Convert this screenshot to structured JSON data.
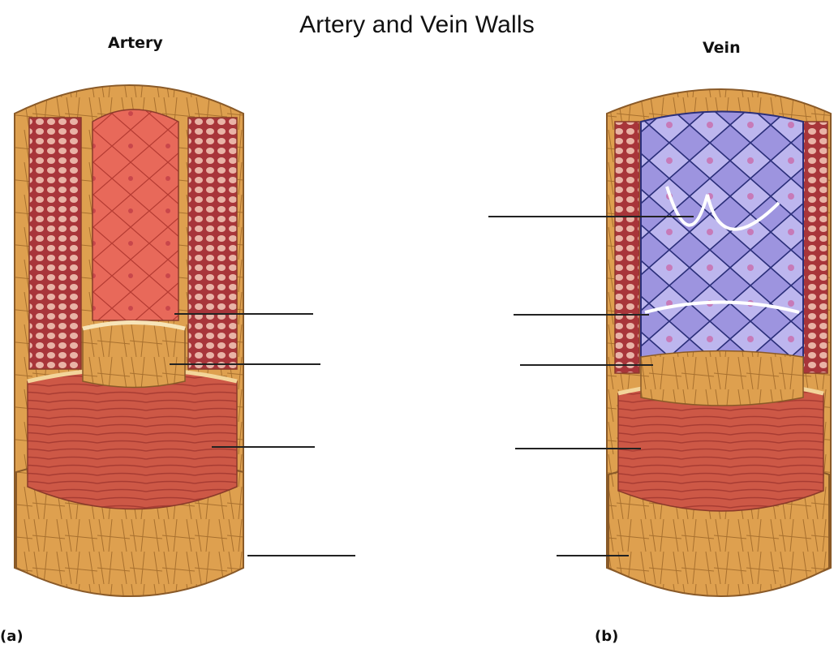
{
  "title": "Artery and Vein Walls",
  "artery_label": "Artery",
  "vein_label": "Vein",
  "part_a_label": "(a)",
  "part_b_label": "(b)",
  "colors": {
    "artery_intima": "#e8695a",
    "artery_tissue": "#b8433d",
    "vein_intima": "#8f86d6",
    "connective_tissue": "#e0a855",
    "smooth_muscle": "#cf5a48",
    "outline": "#8a5a28"
  }
}
